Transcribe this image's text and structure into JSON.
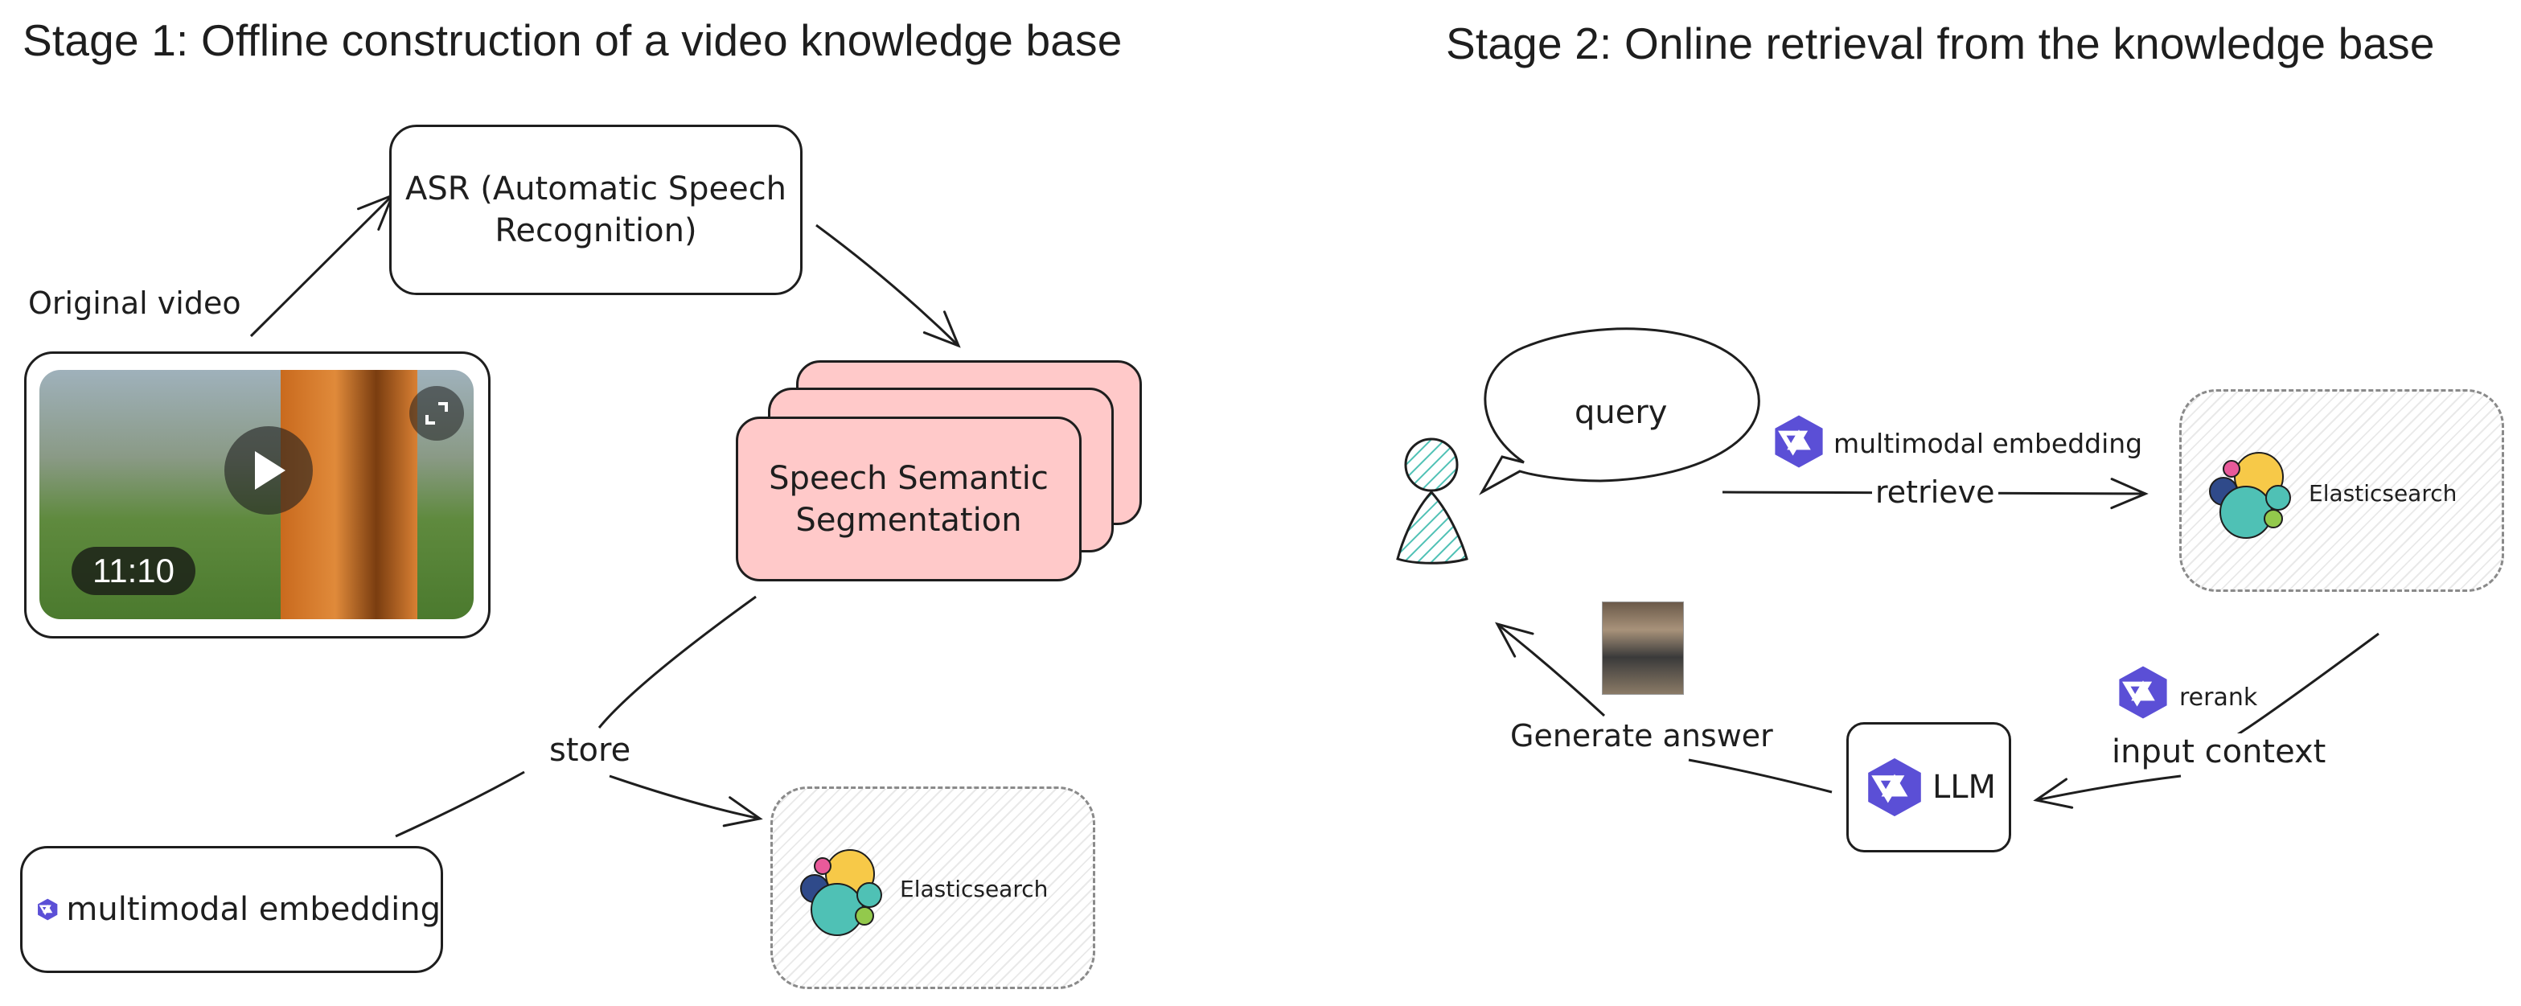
{
  "stage1": {
    "title": "Stage 1: Offline construction of a video knowledge base",
    "original_video_label": "Original video",
    "video_duration": "11:10",
    "asr_label_line1": "ASR (Automatic Speech",
    "asr_label_line2": "Recognition)",
    "segmentation_label_line1": "Speech Semantic",
    "segmentation_label_line2": "Segmentation",
    "store_label": "store",
    "embedding_label": "multimodal embedding",
    "elasticsearch_label": "Elasticsearch"
  },
  "stage2": {
    "title": "Stage 2: Online retrieval from the knowledge base",
    "query_label": "query",
    "embedding_label": "multimodal embedding",
    "retrieve_label": "retrieve",
    "elasticsearch_label": "Elasticsearch",
    "rerank_label": "rerank",
    "input_context_label": "input context",
    "llm_label": "LLM",
    "generate_answer_label": "Generate answer"
  },
  "colors": {
    "ink": "#1e1e1e",
    "segmentation_fill": "#ffc9c9",
    "user_fill": "#7fd1c2",
    "qwen_logo": "#5b4fd6",
    "es_yellow": "#f7c948",
    "es_teal": "#4fc1b5",
    "es_navy": "#2f4a8a",
    "es_pink": "#e85a9a",
    "es_green": "#93c94c"
  }
}
